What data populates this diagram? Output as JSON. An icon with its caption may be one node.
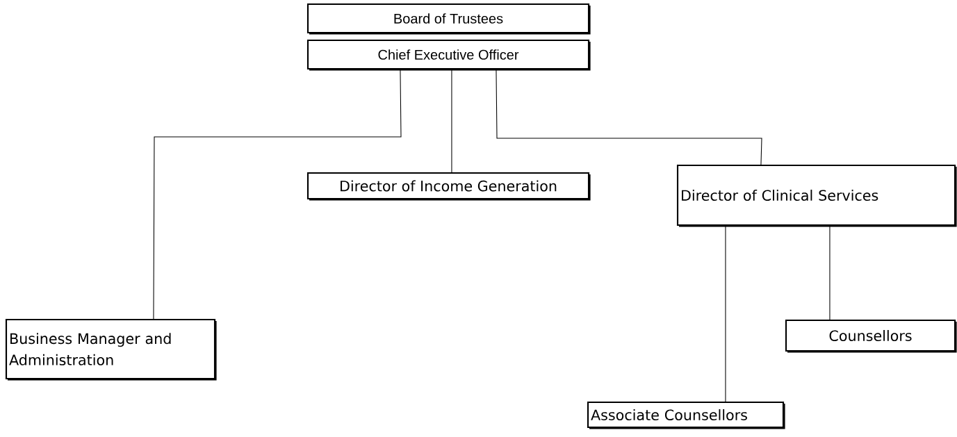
{
  "diagram": {
    "nodes": [
      {
        "text": [
          "Board of Trustees"
        ]
      },
      {
        "text": [
          "Chief Executive Officer"
        ]
      },
      {
        "text": [
          "Director of Income Generation"
        ]
      },
      {
        "text": [
          "Director of Clinical Services"
        ]
      },
      {
        "text": [
          "Business Manager and Administration"
        ]
      },
      {
        "text": [
          "Counsellors"
        ]
      },
      {
        "text": [
          "Associate Counsellors"
        ]
      }
    ],
    "edges": [
      {
        "from": 1,
        "to": 4,
        "arrow": "none"
      },
      {
        "from": 1,
        "to": 2,
        "arrow": "none"
      },
      {
        "from": 1,
        "to": 3,
        "arrow": "none"
      },
      {
        "from": 3,
        "to": 6,
        "arrow": "none"
      },
      {
        "from": 3,
        "to": 5,
        "arrow": "none"
      }
    ]
  }
}
